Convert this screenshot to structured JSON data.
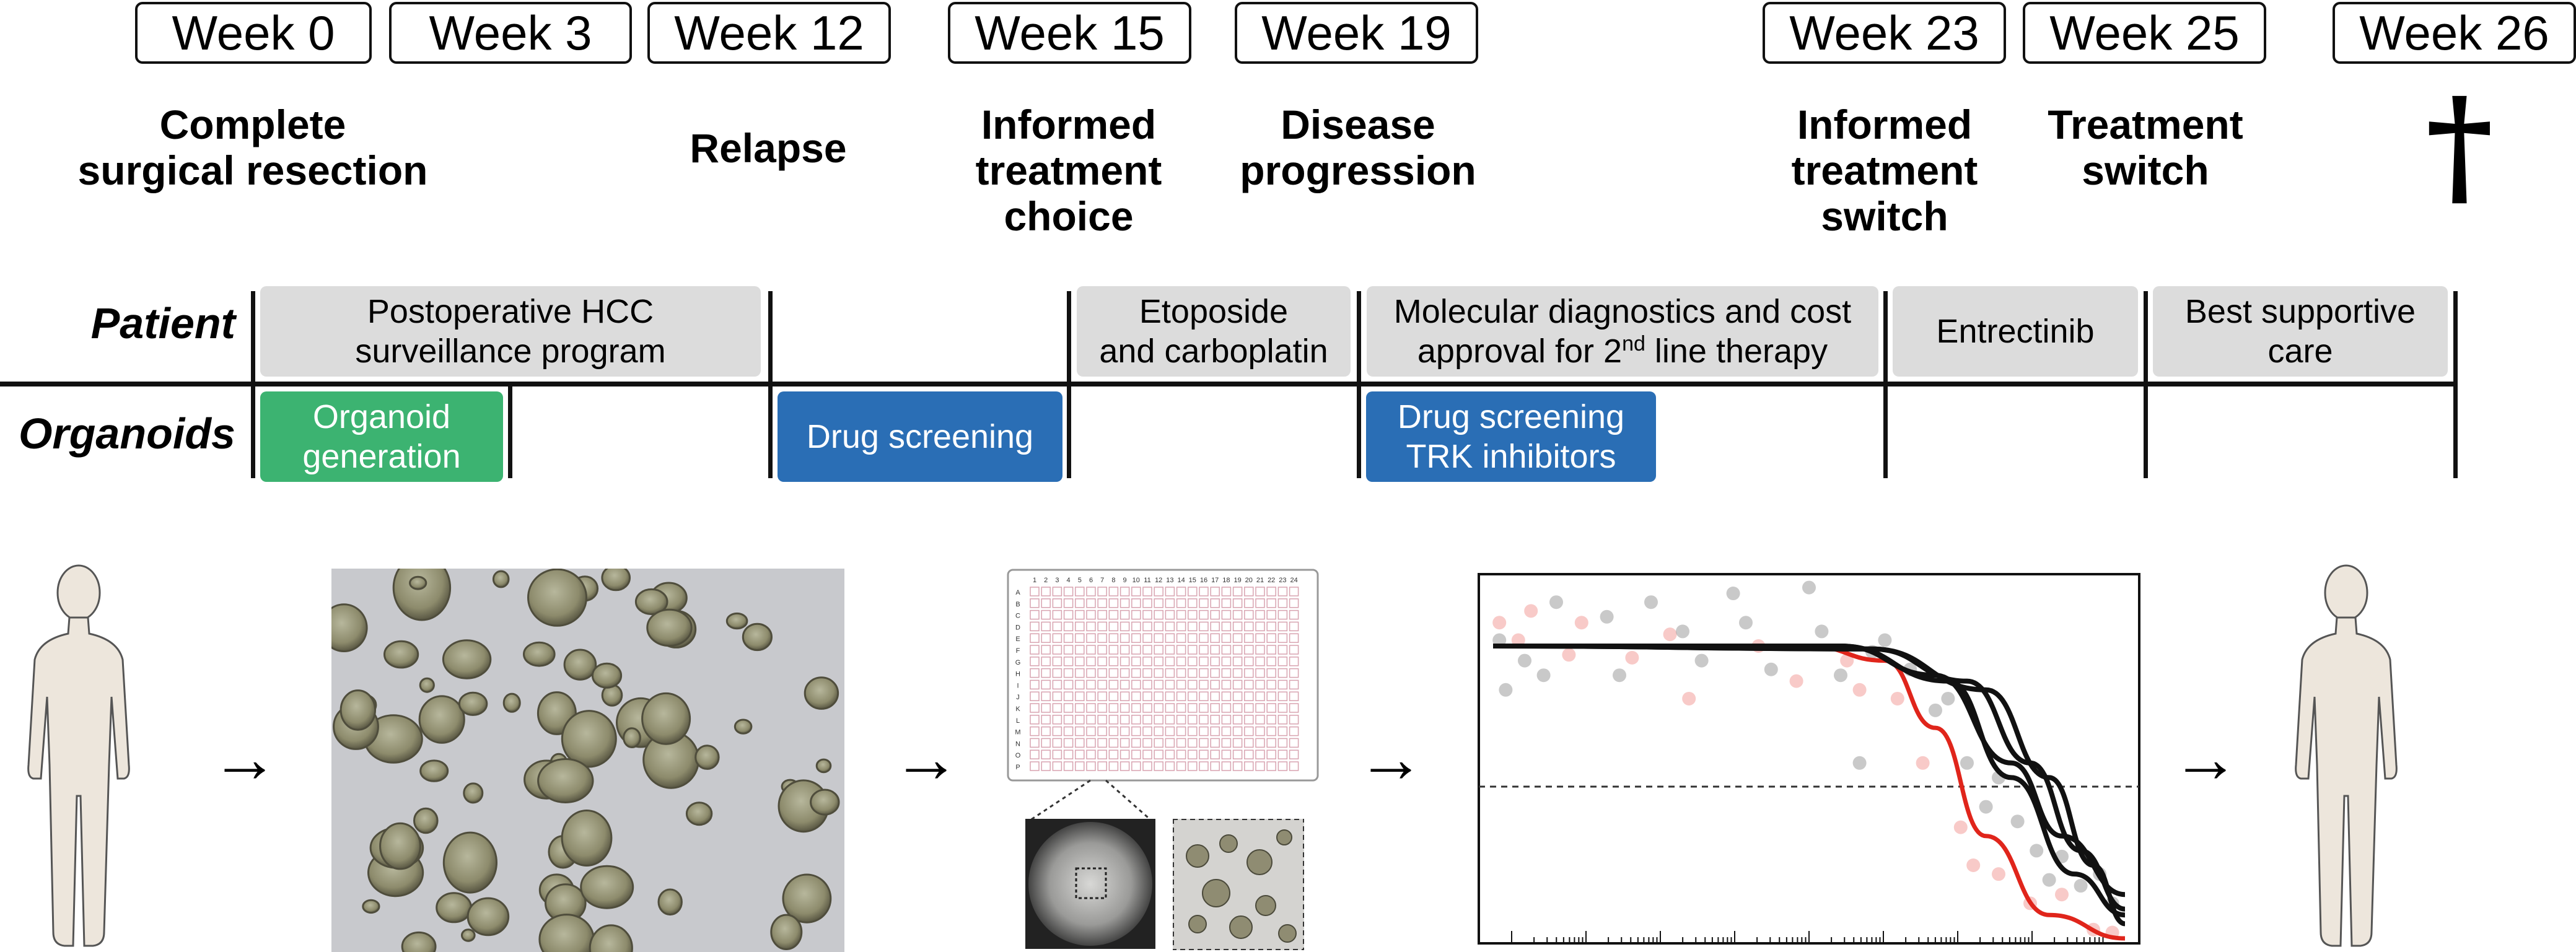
{
  "weeks": [
    "Week 0",
    "Week 3",
    "Week 12",
    "Week 15",
    "Week 19",
    "Week 23",
    "Week 25",
    "Week 26"
  ],
  "events": {
    "resection": [
      "Complete",
      "surgical resection"
    ],
    "relapse": [
      "Relapse"
    ],
    "informed_choice": [
      "Informed",
      "treatment",
      "choice"
    ],
    "progression": [
      "Disease",
      "progression"
    ],
    "informed_switch": [
      "Informed",
      "treatment",
      "switch"
    ],
    "treatment_switch": [
      "Treatment",
      "switch"
    ],
    "death_symbol": "†"
  },
  "rows": {
    "patient": "Patient",
    "organoids": "Organoids"
  },
  "patient_boxes": {
    "surveillance": [
      "Postoperative HCC",
      "surveillance program"
    ],
    "chemo": [
      "Etoposide",
      "and carboplatin"
    ],
    "molecular_line1": "Molecular diagnostics and cost",
    "molecular_line2_pre": "approval for 2",
    "molecular_line2_sup": "nd",
    "molecular_line2_post": " line therapy",
    "entrectinib": "Entrectinib",
    "supportive": [
      "Best supportive",
      "care"
    ]
  },
  "organoid_boxes": {
    "generation": [
      "Organoid",
      "generation"
    ],
    "screening": "Drug screening",
    "trk": [
      "Drug screening",
      "TRK inhibitors"
    ]
  },
  "arrows": [
    "→",
    "→",
    "→",
    "→"
  ],
  "plate": {
    "columns": [
      "1",
      "2",
      "3",
      "4",
      "5",
      "6",
      "7",
      "8",
      "9",
      "10",
      "11",
      "12",
      "13",
      "14",
      "15",
      "16",
      "17",
      "18",
      "19",
      "20",
      "21",
      "22",
      "23",
      "24"
    ],
    "rows": [
      "A",
      "B",
      "C",
      "D",
      "E",
      "F",
      "G",
      "H",
      "I",
      "J",
      "K",
      "L",
      "M",
      "N",
      "O",
      "P"
    ]
  },
  "colors": {
    "green": "#3cb371",
    "blue": "#2a6eb5",
    "grey_box": "#dcdcdc",
    "red_curve": "#e0251b",
    "skin": "#ede6dc"
  },
  "chart_data": {
    "type": "scatter",
    "title": "",
    "xlabel": "",
    "ylabel": "",
    "x_scale": "log",
    "grid": false,
    "reference_line": "dashed horizontal line at 50% viability",
    "series": [
      {
        "color": "red",
        "curve_points": [
          [
            0,
            1.0
          ],
          [
            0.5,
            1.0
          ],
          [
            0.62,
            0.95
          ],
          [
            0.7,
            0.72
          ],
          [
            0.78,
            0.35
          ],
          [
            0.88,
            0.08
          ],
          [
            1.0,
            0.0
          ]
        ],
        "scatter": [
          [
            0.01,
            1.08
          ],
          [
            0.04,
            1.02
          ],
          [
            0.06,
            1.12
          ],
          [
            0.12,
            0.97
          ],
          [
            0.14,
            1.08
          ],
          [
            0.22,
            0.96
          ],
          [
            0.28,
            1.04
          ],
          [
            0.31,
            0.82
          ],
          [
            0.42,
            1.0
          ],
          [
            0.48,
            0.88
          ],
          [
            0.56,
            0.95
          ],
          [
            0.58,
            0.85
          ],
          [
            0.64,
            0.82
          ],
          [
            0.68,
            0.6
          ],
          [
            0.74,
            0.38
          ],
          [
            0.76,
            0.25
          ],
          [
            0.8,
            0.22
          ],
          [
            0.85,
            0.12
          ],
          [
            0.9,
            0.15
          ],
          [
            0.95,
            0.03
          ],
          [
            0.98,
            0.02
          ]
        ]
      },
      {
        "color": "black",
        "curve_points": [
          [
            0,
            1.0
          ],
          [
            0.55,
            1.0
          ],
          [
            0.7,
            0.9
          ],
          [
            0.82,
            0.6
          ],
          [
            0.9,
            0.35
          ],
          [
            1.0,
            0.15
          ]
        ]
      },
      {
        "color": "black",
        "curve_points": [
          [
            0,
            1.0
          ],
          [
            0.55,
            1.0
          ],
          [
            0.72,
            0.88
          ],
          [
            0.82,
            0.55
          ],
          [
            0.92,
            0.22
          ],
          [
            1.0,
            0.08
          ]
        ]
      },
      {
        "color": "black",
        "curve_points": [
          [
            0,
            1.0
          ],
          [
            0.6,
            0.99
          ],
          [
            0.75,
            0.88
          ],
          [
            0.85,
            0.6
          ],
          [
            0.93,
            0.3
          ],
          [
            1.0,
            0.1
          ]
        ]
      },
      {
        "color": "black",
        "curve_points": [
          [
            0,
            1.0
          ],
          [
            0.6,
            0.99
          ],
          [
            0.78,
            0.85
          ],
          [
            0.88,
            0.55
          ],
          [
            0.95,
            0.25
          ],
          [
            1.0,
            0.05
          ]
        ]
      },
      {
        "color": "grey",
        "scatter": [
          [
            0.01,
            1.02
          ],
          [
            0.02,
            0.85
          ],
          [
            0.05,
            0.95
          ],
          [
            0.08,
            0.9
          ],
          [
            0.1,
            1.15
          ],
          [
            0.18,
            1.1
          ],
          [
            0.2,
            0.9
          ],
          [
            0.25,
            1.15
          ],
          [
            0.3,
            1.05
          ],
          [
            0.33,
            0.95
          ],
          [
            0.38,
            1.18
          ],
          [
            0.4,
            1.08
          ],
          [
            0.44,
            0.92
          ],
          [
            0.5,
            1.2
          ],
          [
            0.52,
            1.05
          ],
          [
            0.55,
            0.9
          ],
          [
            0.58,
            0.6
          ],
          [
            0.6,
            0.98
          ],
          [
            0.62,
            1.02
          ],
          [
            0.66,
            0.92
          ],
          [
            0.7,
            0.78
          ],
          [
            0.72,
            0.82
          ],
          [
            0.75,
            0.6
          ],
          [
            0.78,
            0.45
          ],
          [
            0.8,
            0.55
          ],
          [
            0.83,
            0.4
          ],
          [
            0.86,
            0.3
          ],
          [
            0.88,
            0.2
          ],
          [
            0.9,
            0.28
          ],
          [
            0.93,
            0.18
          ],
          [
            0.96,
            0.22
          ],
          [
            0.98,
            0.12
          ]
        ]
      }
    ]
  }
}
